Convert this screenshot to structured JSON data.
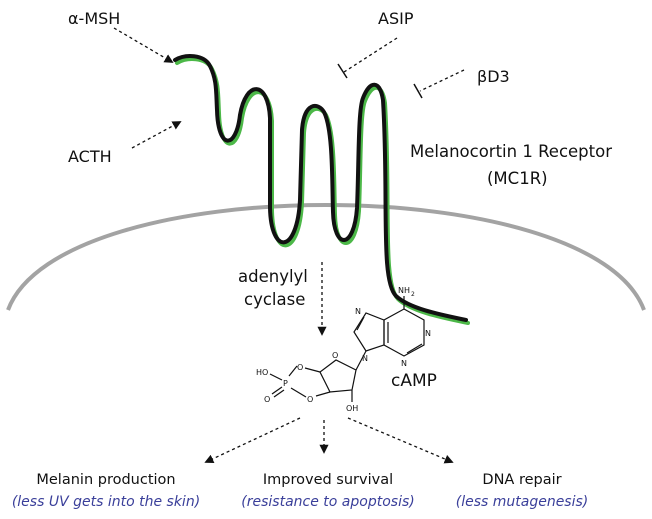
{
  "ligands": {
    "alpha_msh": "α-MSH",
    "acth": "ACTH",
    "asip": "ASIP",
    "bd3": "βD3"
  },
  "receptor": {
    "name_line1": "Melanocortin 1 Receptor",
    "name_line2": "(MC1R)"
  },
  "enzyme": {
    "line1": "adenylyl",
    "line2": "cyclase"
  },
  "molecule": {
    "name": "cAMP",
    "atoms": {
      "nh2": "NH",
      "nh2_sub": "2",
      "n1": "N",
      "n3": "N",
      "n7": "N",
      "n9": "N",
      "ho": "HO",
      "p": "P",
      "o_double": "O",
      "o_ring1": "O",
      "o_ring2": "O",
      "o_sugar": "O",
      "oh": "OH"
    }
  },
  "outcomes": [
    {
      "title": "Melanin production",
      "subtitle": "(less UV gets into the skin)"
    },
    {
      "title": "Improved survival",
      "subtitle": "(resistance to apoptosis)"
    },
    {
      "title": "DNA repair",
      "subtitle": "(less mutagenesis)"
    }
  ],
  "colors": {
    "receptor_stroke": "#111111",
    "receptor_shadow": "#4cb848",
    "membrane": "#a3a3a3",
    "subtitle_text": "#3a3f9a"
  }
}
